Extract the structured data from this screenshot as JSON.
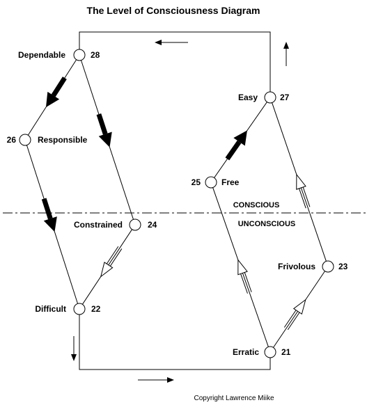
{
  "title": "The Level of Consciousness Diagram",
  "copyright": "Copyright Lawrence Miike",
  "zones": {
    "upper": "CONSCIOUS",
    "lower": "UNCONSCIOUS"
  },
  "nodes": {
    "dependable": {
      "name": "Dependable",
      "level": "28"
    },
    "responsible": {
      "name": "Responsible",
      "level": "26"
    },
    "constrained": {
      "name": "Constrained",
      "level": "24"
    },
    "difficult": {
      "name": "Difficult",
      "level": "22"
    },
    "easy": {
      "name": "Easy",
      "level": "27"
    },
    "free": {
      "name": "Free",
      "level": "25"
    },
    "frivolous": {
      "name": "Frivolous",
      "level": "23"
    },
    "erratic": {
      "name": "Erratic",
      "level": "21"
    }
  },
  "edges": [
    {
      "from": "dependable",
      "to": "responsible",
      "arrow": "solid"
    },
    {
      "from": "dependable",
      "to": "constrained",
      "arrow": "solid"
    },
    {
      "from": "responsible",
      "to": "difficult",
      "arrow": "solid"
    },
    {
      "from": "constrained",
      "to": "difficult",
      "arrow": "hollow"
    },
    {
      "from": "free",
      "to": "easy",
      "arrow": "solid"
    },
    {
      "from": "erratic",
      "to": "free",
      "arrow": "hollow"
    },
    {
      "from": "erratic",
      "to": "frivolous",
      "arrow": "hollow"
    },
    {
      "from": "frivolous",
      "to": "easy",
      "arrow": "hollow"
    }
  ],
  "loop_flow": [
    "difficult",
    "erratic",
    "easy",
    "dependable"
  ]
}
